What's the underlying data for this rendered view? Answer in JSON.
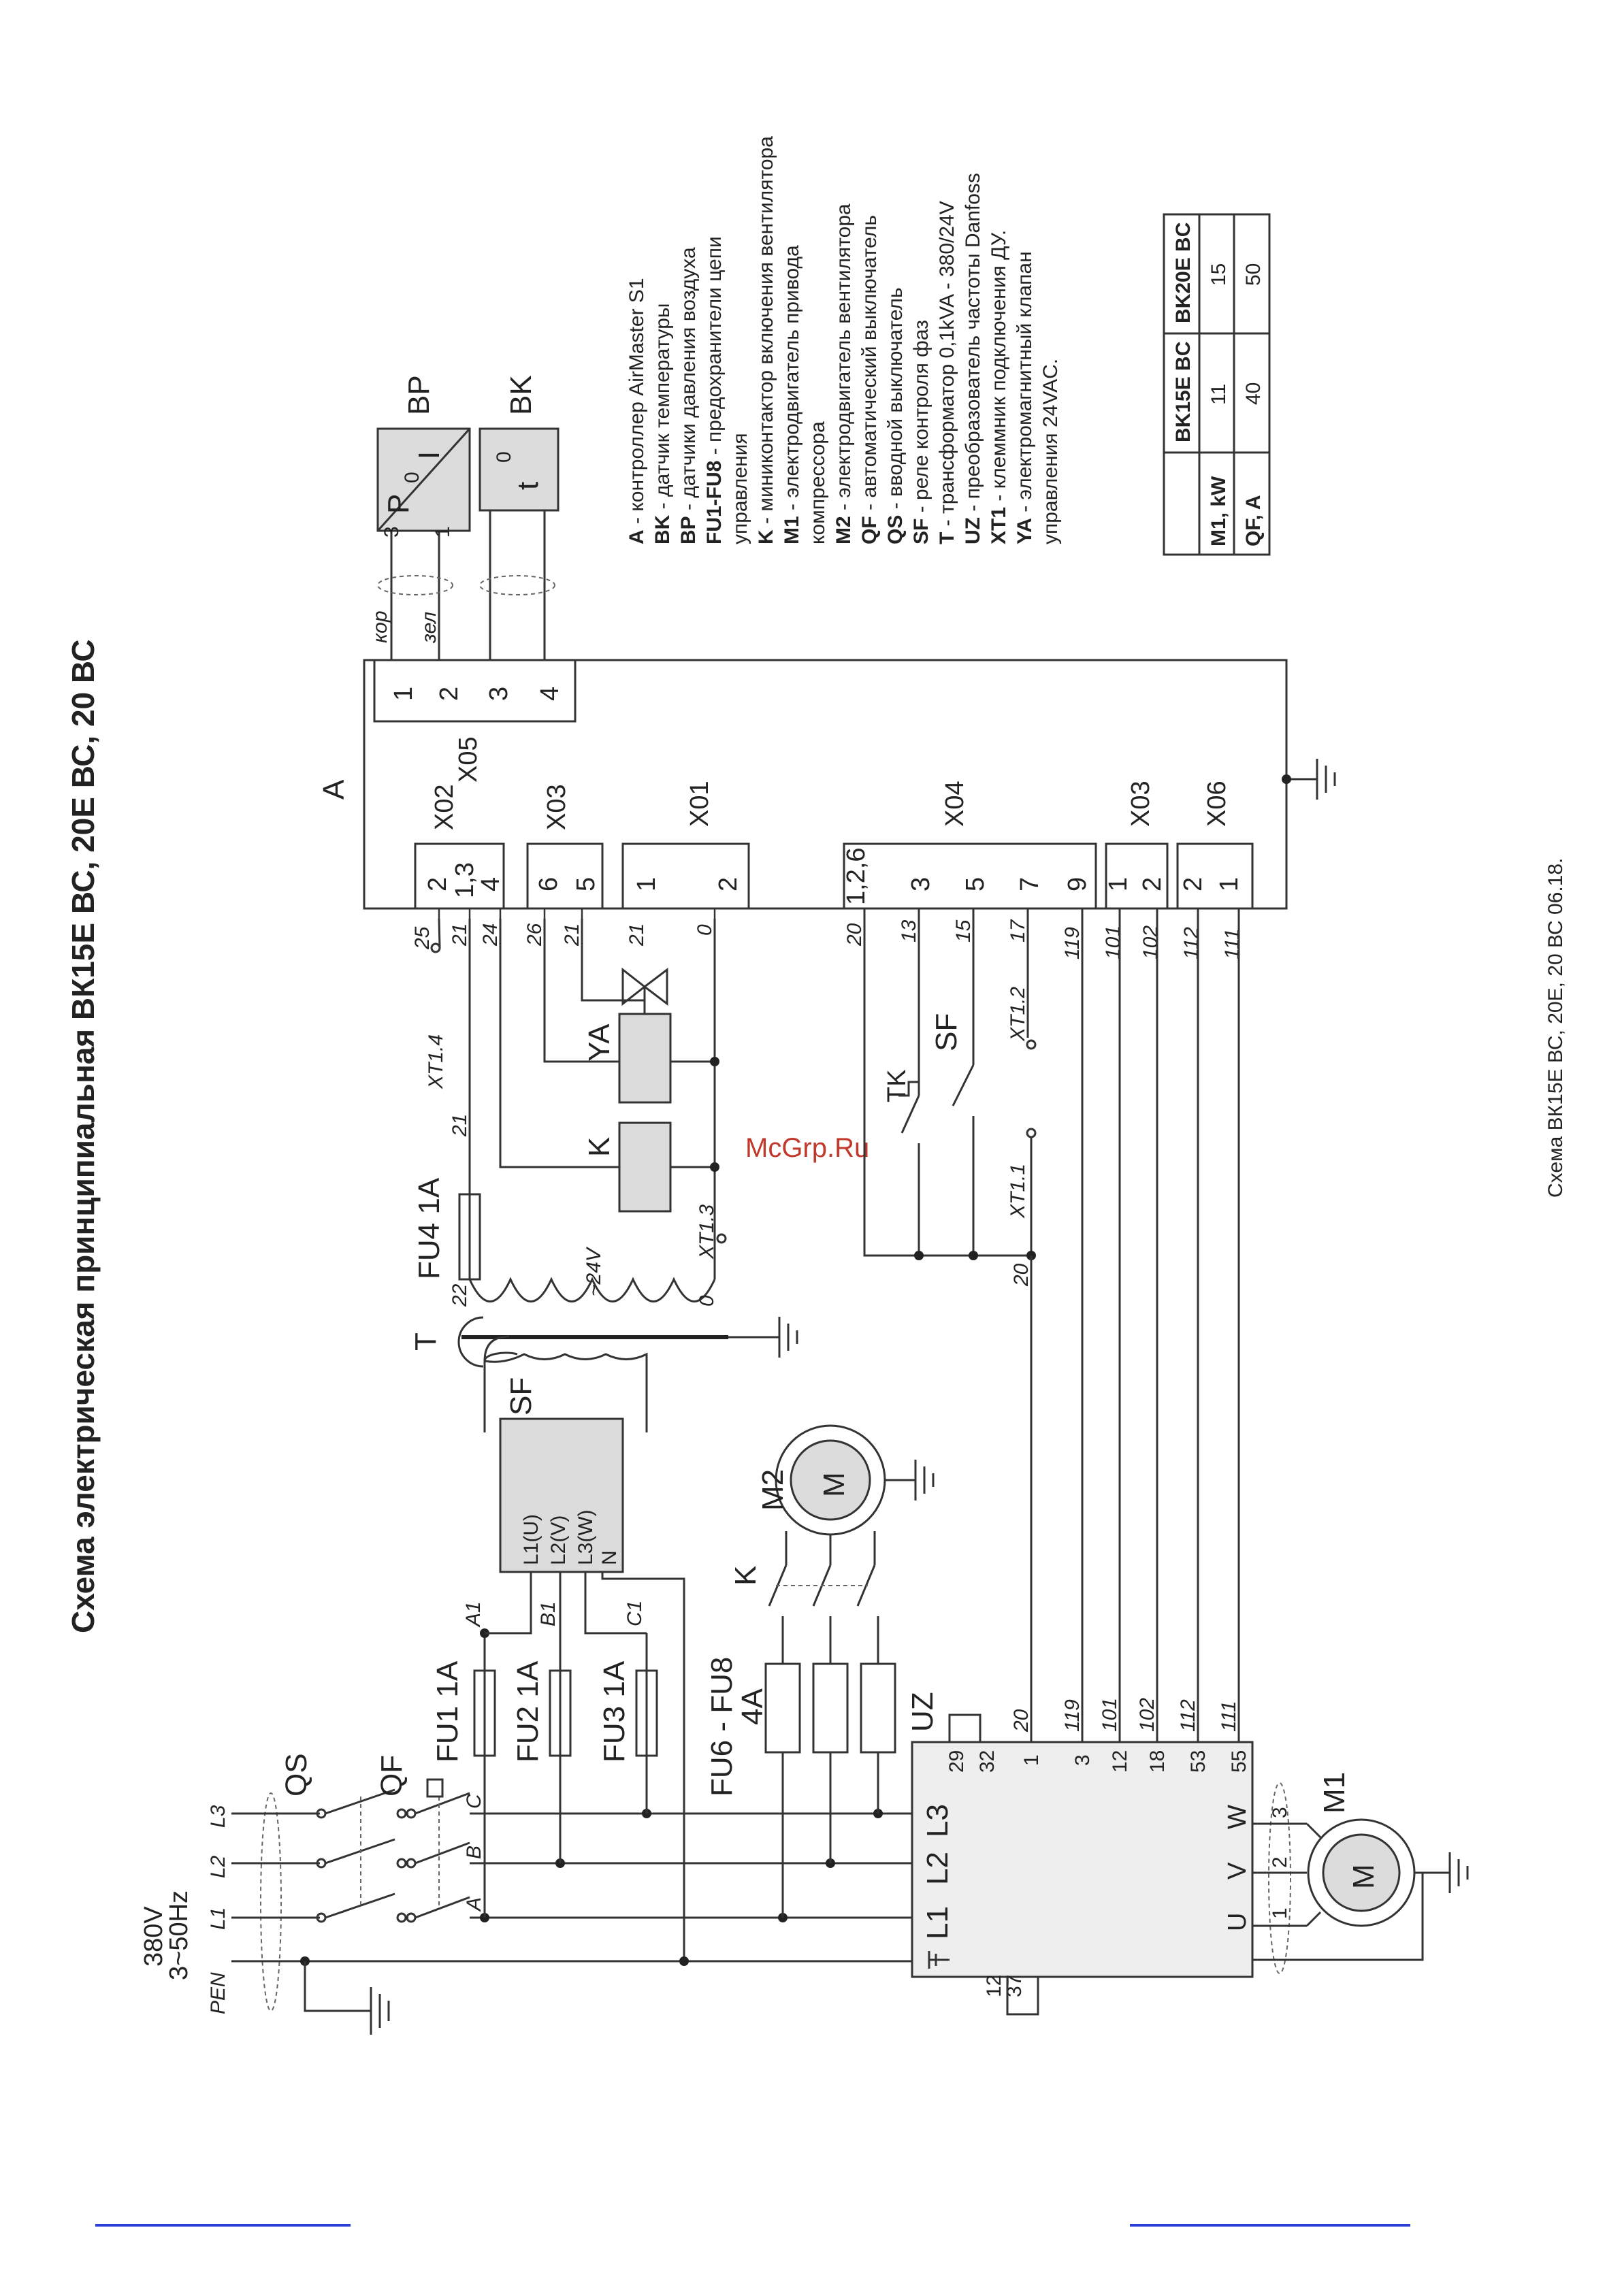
{
  "title": "Схема электрическая принципиальная ВК15Е ВС, 20Е ВС, 20 ВС",
  "footer": "Схема ВК15Е ВС, 20Е, 20 ВС  06.18.",
  "watermark": "McGrp.Ru",
  "supply": {
    "voltage": "380V",
    "freq": "3~50Hz",
    "lines": [
      "L1",
      "L2",
      "L3"
    ],
    "pen": "PEN"
  },
  "components": {
    "QS": "QS",
    "QF": "QF",
    "QF_terminals": [
      "A",
      "B",
      "C"
    ],
    "FU1": "FU1 1A",
    "FU2": "FU2 1A",
    "FU3": "FU3 1A",
    "FU4": "FU4 1A",
    "FU6_8": "FU6 - FU8",
    "FU6_8_rating": "4A",
    "UZ": "UZ",
    "T": "T",
    "SF": "SF",
    "SF_inputs": [
      "L1(U)",
      "L2(V)",
      "L3(W)",
      "N"
    ],
    "M1": "M1",
    "M2": "M2",
    "motor_symbol": "M",
    "K": "K",
    "YA": "YA",
    "TK": "TK",
    "A": "A",
    "BP": "BP",
    "BK": "BK",
    "secondary": "~24V",
    "XT1_1": "XT1.1",
    "XT1_2": "XT1.2",
    "XT1_3": "XT1.3",
    "XT1_4": "XT1.4"
  },
  "uz_terminals": {
    "inputs": [
      "L1",
      "L2",
      "L3"
    ],
    "outputs": [
      "U",
      "V",
      "W"
    ],
    "control": [
      "29",
      "32",
      "1",
      "3",
      "12",
      "18",
      "53",
      "55"
    ],
    "bottom": [
      "12",
      "37"
    ]
  },
  "wires": {
    "phase": [
      "A1",
      "B1",
      "C1"
    ],
    "uz": [
      "20",
      "119",
      "101",
      "102",
      "112",
      "111"
    ],
    "ctrl": [
      "25",
      "21",
      "24",
      "26",
      "21",
      "21",
      "0",
      "20",
      "13",
      "15",
      "17",
      "119",
      "101",
      "102",
      "112",
      "111"
    ],
    "fuse": [
      "22",
      "21",
      "0",
      "20"
    ],
    "cable": [
      "кор",
      "зел"
    ],
    "motor_cores": [
      "1",
      "2",
      "3"
    ]
  },
  "controller": {
    "X02": {
      "name": "X02",
      "pins": [
        "2",
        "1,3",
        "4"
      ]
    },
    "X03a": {
      "name": "X03",
      "pins": [
        "6",
        "5"
      ]
    },
    "X01": {
      "name": "X01",
      "pins": [
        "1",
        "2"
      ]
    },
    "X04": {
      "name": "X04",
      "pins": [
        "1,2,6",
        "3",
        "5",
        "7",
        "9"
      ]
    },
    "X03b": {
      "name": "X03",
      "pins": [
        "1",
        "2"
      ]
    },
    "X06": {
      "name": "X06",
      "pins": [
        "2",
        "1"
      ]
    },
    "X05": {
      "name": "X05",
      "pins": [
        "1",
        "2",
        "3",
        "4"
      ]
    }
  },
  "bp_sensor": {
    "p": "P",
    "sub": "0",
    "i": "I",
    "pins": [
      "3",
      "1"
    ]
  },
  "bk_sensor": {
    "t": "t",
    "sup": "0"
  },
  "legend": [
    {
      "key": "A",
      "text": " - контроллер AirMaster S1"
    },
    {
      "key": "BK",
      "text": " - датчик температуры"
    },
    {
      "key": "BP",
      "text": " - датчики давления воздуха"
    },
    {
      "key": "FU1-FU8",
      "text": " - предохранители цепи"
    },
    {
      "key": "",
      "text": "управления"
    },
    {
      "key": "K",
      "text": " - миниконтактор включения вентилятора"
    },
    {
      "key": "M1",
      "text": " - электродвигатель привода"
    },
    {
      "key": "",
      "text": "компрессора"
    },
    {
      "key": "M2",
      "text": " - электродвигатель вентилятора"
    },
    {
      "key": "QF",
      "text": " - автоматический выключатель"
    },
    {
      "key": "QS",
      "text": " - вводной выключатель"
    },
    {
      "key": "SF",
      "text": " - реле контроля фаз"
    },
    {
      "key": "T",
      "text": " - трансформатор 0,1kVA - 380/24V"
    },
    {
      "key": "UZ",
      "text": " - преобразователь частоты Danfoss"
    },
    {
      "key": "XT1",
      "text": " -  клеммник подключения ДУ."
    },
    {
      "key": "YA",
      "text": " -  электромагнитный  клапан"
    },
    {
      "key": "",
      "text": "управления  24VAC."
    }
  ],
  "spec_table": {
    "headers": [
      "",
      "BK15E BC",
      "BK20E BC"
    ],
    "rows": [
      [
        "M1, kW",
        "11",
        "15"
      ],
      [
        "QF, A",
        "40",
        "50"
      ]
    ]
  }
}
